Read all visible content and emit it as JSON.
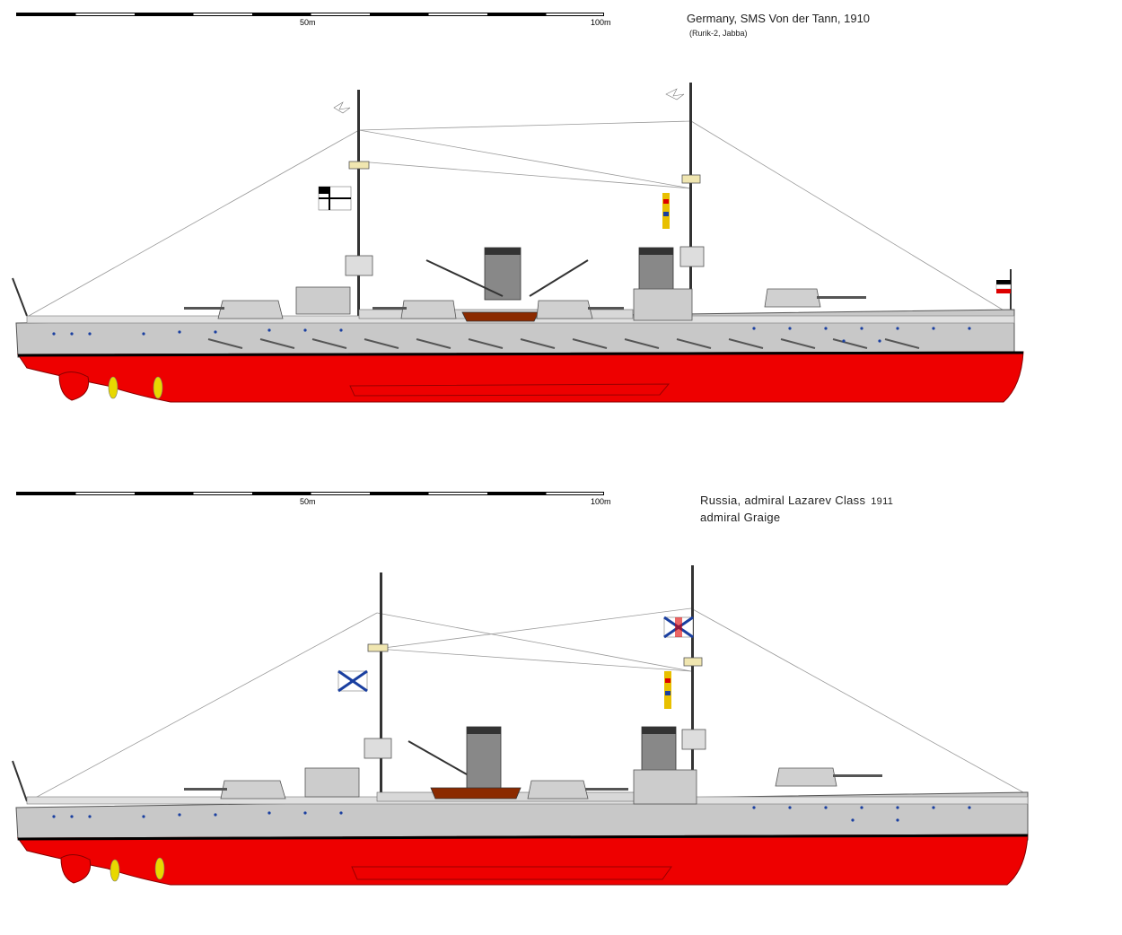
{
  "scale": {
    "mark_50": "50m",
    "mark_100": "100m"
  },
  "ships": [
    {
      "title": "Germany, SMS Von der Tann, 1910",
      "subtitle": "(Rurik-2, Jabba)"
    },
    {
      "title": "Russia, admiral  Lazarev  Class",
      "year": "1911",
      "subtitle": "admiral  Graige"
    }
  ],
  "colors": {
    "hull_red": "#ee0000",
    "hull_grey": "#c8c8c8",
    "boot_black": "#000000",
    "deck_grey": "#d8d8d8",
    "porthole_blue": "#1a3fa0",
    "propeller_yellow": "#e8d800",
    "boat_brown": "#8b2a00"
  }
}
